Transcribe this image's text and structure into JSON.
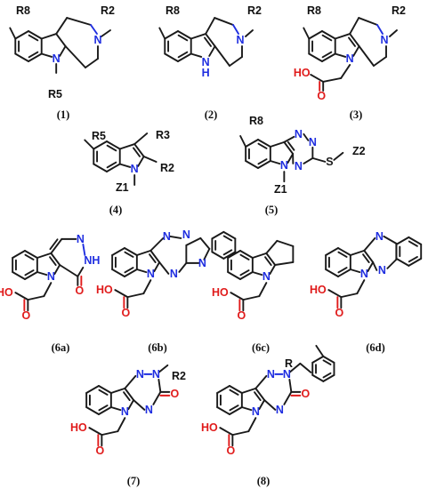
{
  "captions": [
    "(1)",
    "(2)",
    "(3)",
    "(4)",
    "(5)",
    "(6a)",
    "(6b)",
    "(6c)",
    "(6d)",
    "(7)",
    "(8)"
  ],
  "substituents": [
    "R8",
    "R2",
    "R5",
    "R8",
    "R2",
    "R8",
    "R2",
    "R5",
    "R3",
    "R2",
    "Z1",
    "R8",
    "Z2",
    "Z1",
    "R2",
    "R"
  ],
  "atoms": {
    "N": "N",
    "NH": "N\nH",
    "NH_inline": "NH",
    "O": "O",
    "HO": "HO",
    "S": "S"
  },
  "colors": {
    "nitrogen": "#1f2ee0",
    "oxygen": "#e01b1b",
    "carbon": "#1a1a1a"
  }
}
